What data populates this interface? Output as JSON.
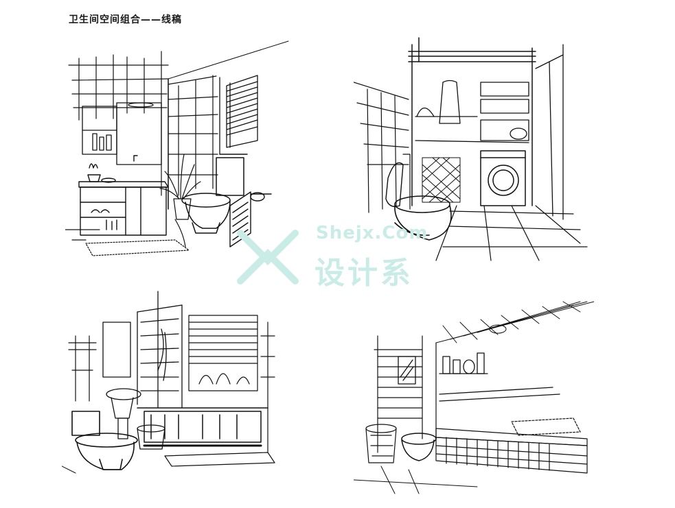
{
  "page": {
    "title": "卫生间空间组合——线稿"
  },
  "watermark": {
    "latin": "Shejx.Com",
    "cjk": "设计系",
    "color": "#c9ece6"
  },
  "sketches": [
    {
      "id": "sketch-1",
      "subject": "bathroom-vanity-toilet-window"
    },
    {
      "id": "sketch-2",
      "subject": "bathroom-washer-shelves-toilet"
    },
    {
      "id": "sketch-3",
      "subject": "bathroom-tub-toilet-sink"
    },
    {
      "id": "sketch-4",
      "subject": "bathroom-long-tub-skylight"
    }
  ],
  "colors": {
    "ink": "#111111",
    "background": "#ffffff"
  }
}
